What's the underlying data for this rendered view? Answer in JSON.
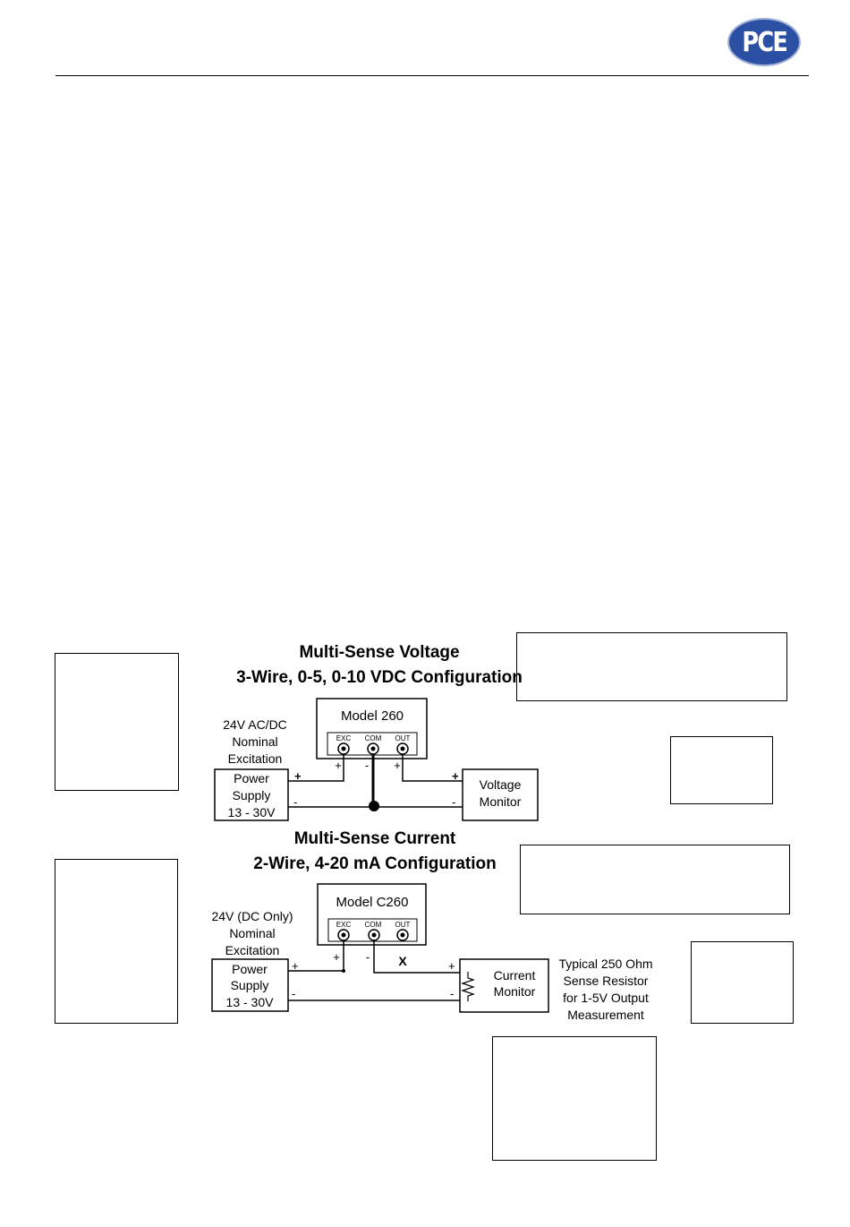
{
  "header": {
    "logo_text": "PCE"
  },
  "voltage": {
    "title_line1": "Multi-Sense Voltage",
    "title_line2": "3-Wire, 0-5, 0-10 VDC Configuration",
    "model": "Model 260",
    "terminals": [
      "EXC",
      "COM",
      "OUT"
    ],
    "excitation": [
      "24V AC/DC",
      "Nominal",
      "Excitation"
    ],
    "power_supply": [
      "Power",
      "Supply",
      "13 - 30V"
    ],
    "monitor": [
      "Voltage",
      "Monitor"
    ],
    "plus": "+",
    "minus": "-"
  },
  "current": {
    "title_line1": "Multi-Sense Current",
    "title_line2": "2-Wire, 4-20 mA Configuration",
    "model": "Model C260",
    "terminals": [
      "EXC",
      "COM",
      "OUT"
    ],
    "excitation": [
      "24V (DC Only)",
      "Nominal",
      "Excitation"
    ],
    "power_supply": [
      "Power",
      "Supply",
      "13 - 30V"
    ],
    "monitor": [
      "Current",
      "Monitor"
    ],
    "resistor_note": [
      "Typical 250 Ohm",
      "Sense Resistor",
      "for 1-5V Output",
      "Measurement"
    ],
    "x_mark": "X",
    "plus": "+",
    "minus": "-"
  }
}
